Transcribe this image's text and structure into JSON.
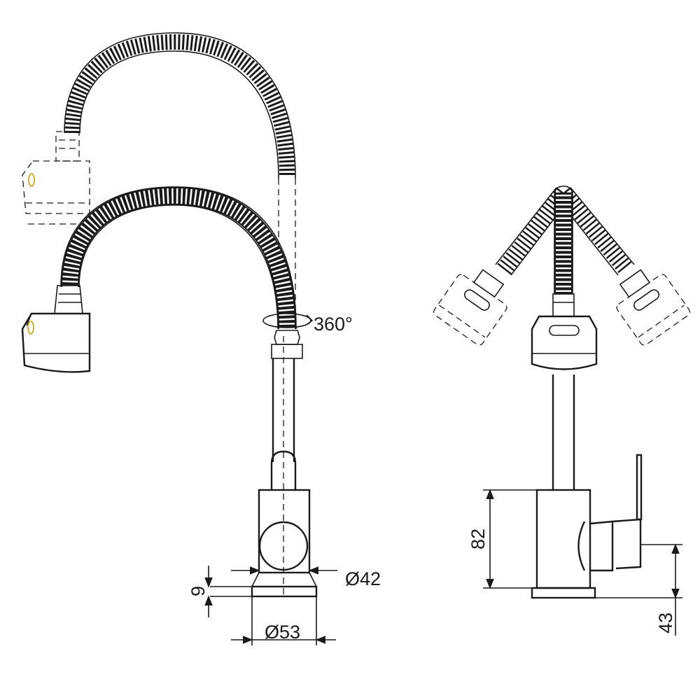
{
  "dimensions": {
    "rotation": "360°",
    "base_height": "9",
    "body_diameter": "Ø42",
    "base_diameter": "Ø53",
    "body_height": "82",
    "lever_height": "43"
  },
  "colors": {
    "line": "#1a1a1a",
    "background": "#ffffff",
    "accent": "#c8a000"
  }
}
